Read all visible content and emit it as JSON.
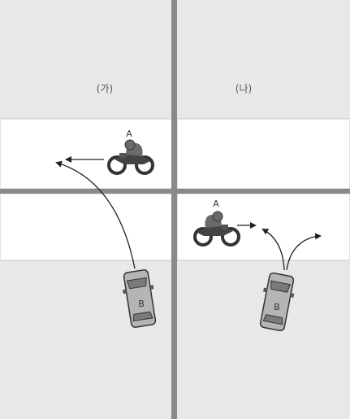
{
  "panels": [
    {
      "label": "(가)",
      "motorcycle": {
        "label": "A"
      },
      "car": {
        "label": "B"
      }
    },
    {
      "label": "(나)",
      "motorcycle": {
        "label": "A"
      },
      "car": {
        "label": "B"
      }
    }
  ],
  "colors": {
    "background_area": "#e8e8e8",
    "road": "#ffffff",
    "divider": "#8a8a8a",
    "arrow": "#222222",
    "car_body": "#b5b5b5",
    "car_window": "#7a7a7a",
    "motorcycle": "#333333"
  }
}
